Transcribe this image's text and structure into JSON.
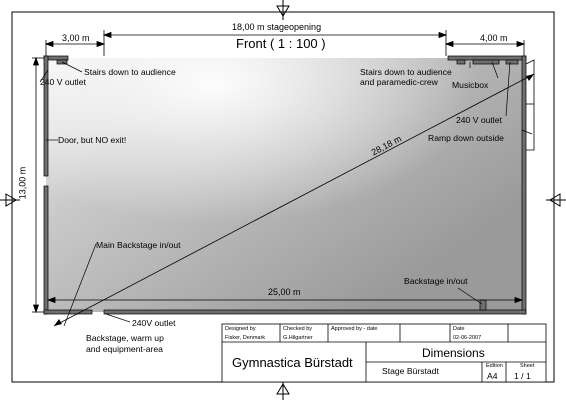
{
  "dimensions": {
    "stage_opening": "18,00 m stageopening",
    "left_width": "3,00 m",
    "right_width": "4,00 m",
    "depth": "13,00 m",
    "width": "25,00 m",
    "diagonal": "28,18 m"
  },
  "front_label": "Front  ( 1 : 100 )",
  "annotations": {
    "stairs_left": "Stairs down to audience",
    "outlet_left_top": "240 V outlet",
    "stairs_right_line1": "Stairs down to audience",
    "stairs_right_line2": "and paramedic-crew",
    "musicbox": "Musicbox",
    "outlet_right": "240 V outlet",
    "door": "Door, but NO exit!",
    "ramp": "Ramp down outside",
    "main_backstage": "Main Backstage in/out",
    "backstage_right": "Backstage in/out",
    "outlet_bottom": "240V outlet",
    "backstage_area_line1": "Backstage, warm up",
    "backstage_area_line2": "and equipment-area"
  },
  "title_block": {
    "designed_by_label": "Designed by",
    "designed_by": "Fisker, Denmark",
    "checked_by_label": "Checked by",
    "checked_by": "G.Hilgartner",
    "approved_by_label": "Approved by - date",
    "date_label": "Date",
    "date": "02-06-2007",
    "venue": "Gymnastica Bürstadt",
    "title": "Dimensions",
    "subtitle": "Stage Bürstadt",
    "edition_label": "Edition",
    "edition": "A4",
    "sheet_label": "Sheet",
    "sheet": "1 / 1"
  }
}
